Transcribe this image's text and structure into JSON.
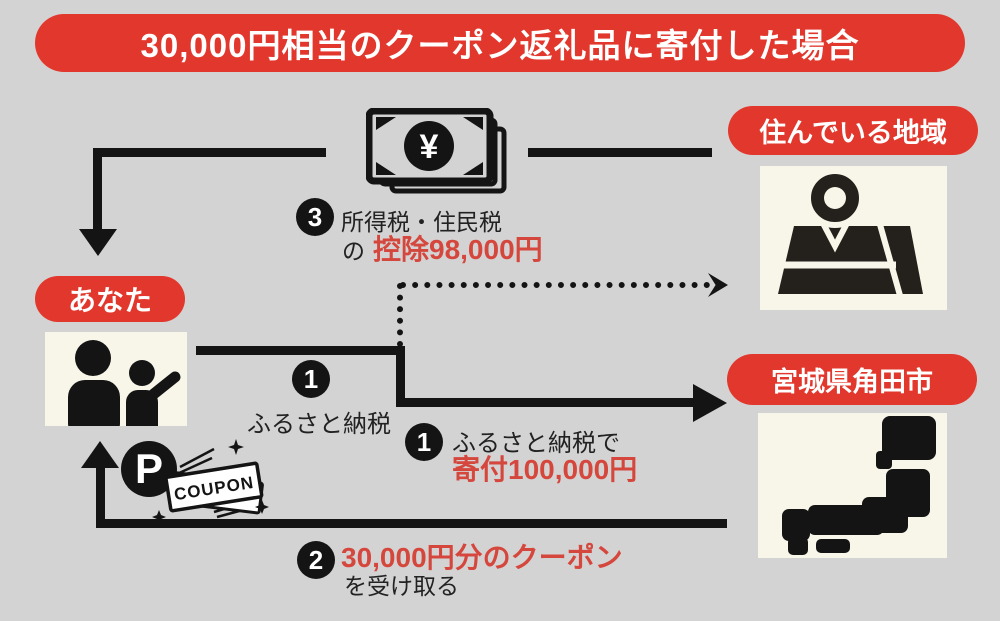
{
  "title": "30,000円相当のクーポン返礼品に寄付した場合",
  "colors": {
    "background": "#d4d3d3",
    "red_primary": "#e2372c",
    "red_text": "#d5473d",
    "ink": "#141414",
    "cream_box": "#f8f6e9"
  },
  "nodes": {
    "you": {
      "label": "あなた"
    },
    "home_region": {
      "label": "住んでいる地域"
    },
    "donation_city": {
      "label": "宮城県角田市"
    }
  },
  "steps": {
    "donate_label": {
      "num": "1",
      "text": "ふるさと納税"
    },
    "donate_detail": {
      "num": "1",
      "line1": "ふるさと納税で",
      "line2_red": "寄付100,000円"
    },
    "coupon": {
      "num": "2",
      "line1_red": "30,000円分のクーポン",
      "line2": "を受け取る"
    },
    "tax_deduction": {
      "num": "3",
      "line1": "所得税・住民税",
      "line2_prefix": "の",
      "line2_red": "控除98,000円"
    }
  },
  "icons": {
    "yen_symbol": "¥",
    "coupon_p": "P",
    "coupon_text": "COUPON"
  }
}
